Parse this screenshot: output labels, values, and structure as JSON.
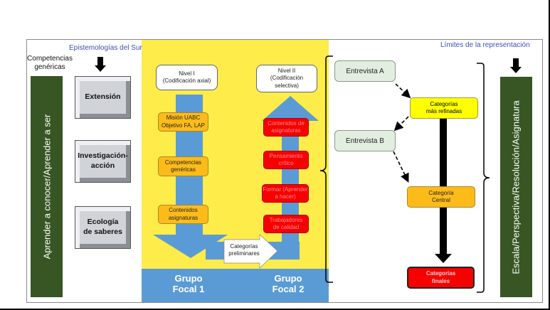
{
  "left": {
    "header": "Epistemologías del Sur",
    "competencias": "Competencias genéricas",
    "vertical_bar": "Aprender a conocer/Aprender a ser",
    "boxes": [
      "Extensión",
      "Investigación-acción",
      "Ecología de saberes"
    ]
  },
  "center": {
    "nivel1": "Nivel I (Codificación axial)",
    "nivel2": "Nivel II (Codificación selectiva)",
    "down_items": [
      "Misión UABC Objetivo FA, LAP",
      "Competencias genéricas",
      "Contenidos asignaturas"
    ],
    "up_items": [
      "Contenidos de asignaturas",
      "Pensamiento crítico",
      "Formar (Aprender a hacer)",
      "Trabajadores de calidad"
    ],
    "connector": "Categorías preliminares",
    "group1": "Grupo Focal 1",
    "group2": "Grupo Focal 2"
  },
  "right": {
    "header": "Límites de la representación",
    "entrevista_a": "Entrevista A",
    "entrevista_b": "Entrevista B",
    "refinadas": "Categorías más refinadas",
    "central": "Categoría Central",
    "finales": "Categorías finales",
    "vertical_bar": "Escala/Perspectiva/Resolución/Asignatura"
  },
  "colors": {
    "green": "#375623",
    "yellow": "#fdec4a",
    "blue": "#5b9bd5",
    "orange": "#fdbb1a",
    "red": "#f60000"
  }
}
